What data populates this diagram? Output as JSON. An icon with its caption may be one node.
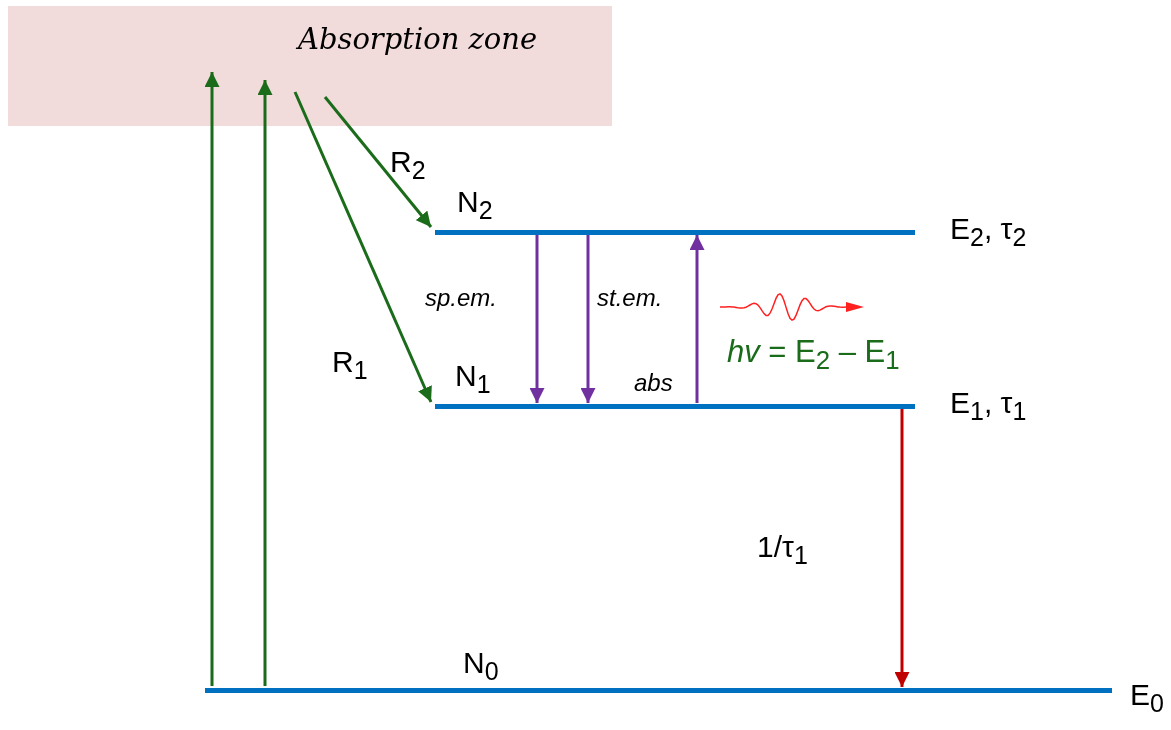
{
  "diagram": {
    "nodes": [
      {
        "text": [
          "Absorption zone"
        ]
      },
      {
        "text": [
          "N$_{2}$"
        ],
        "beside": [
          "E$_{2}$, τ$_{2}$"
        ]
      },
      {
        "text": [
          "N$_{1}$"
        ],
        "beside": [
          "E$_{1}$, τ$_{1}$"
        ]
      },
      {
        "text": [
          "N$_{0}$"
        ],
        "beside": [
          "E$_{0}$"
        ]
      }
    ],
    "edges": [
      {
        "from": 3,
        "to": 0,
        "arrow": "to"
      },
      {
        "from": 3,
        "to": 0,
        "arrow": "to"
      },
      {
        "from": 0,
        "to": 1,
        "arrow": "to",
        "label": "R$_{2}$"
      },
      {
        "from": 0,
        "to": 2,
        "arrow": "to",
        "label": "R$_{1}$"
      },
      {
        "from": 1,
        "to": 2,
        "arrow": "to",
        "label": "sp.em.",
        "color": "#7030a0"
      },
      {
        "from": 1,
        "to": 2,
        "arrow": "to",
        "label": "st.em.",
        "color": "#7030a0"
      },
      {
        "from": 2,
        "to": 1,
        "arrow": "to",
        "label": "abs",
        "color": "#7030a0"
      },
      {
        "from": 2,
        "to": 3,
        "arrow": "to",
        "label": "1/τ$_{1}$",
        "color": "#c00000"
      }
    ],
    "labels": [
      "*hv* = E$_{2}$ – E$_{1}$"
    ]
  }
}
